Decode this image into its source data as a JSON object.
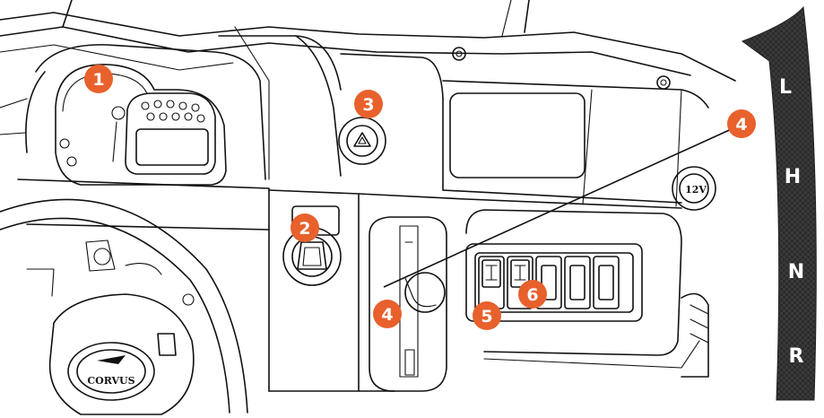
{
  "callouts": [
    {
      "id": "1",
      "label": "1"
    },
    {
      "id": "2",
      "label": "2"
    },
    {
      "id": "3",
      "label": "3"
    },
    {
      "id": "4a",
      "label": "4"
    },
    {
      "id": "4b",
      "label": "4"
    },
    {
      "id": "5",
      "label": "5"
    },
    {
      "id": "6",
      "label": "6"
    }
  ],
  "gear_positions": [
    "L",
    "H",
    "N",
    "R"
  ],
  "socket_label": "12V",
  "steering_logo": "CORVUS",
  "colors": {
    "callout": "#e8612c",
    "line": "#111111",
    "gear_strip": "#2a2a2a",
    "background": "#ffffff"
  }
}
